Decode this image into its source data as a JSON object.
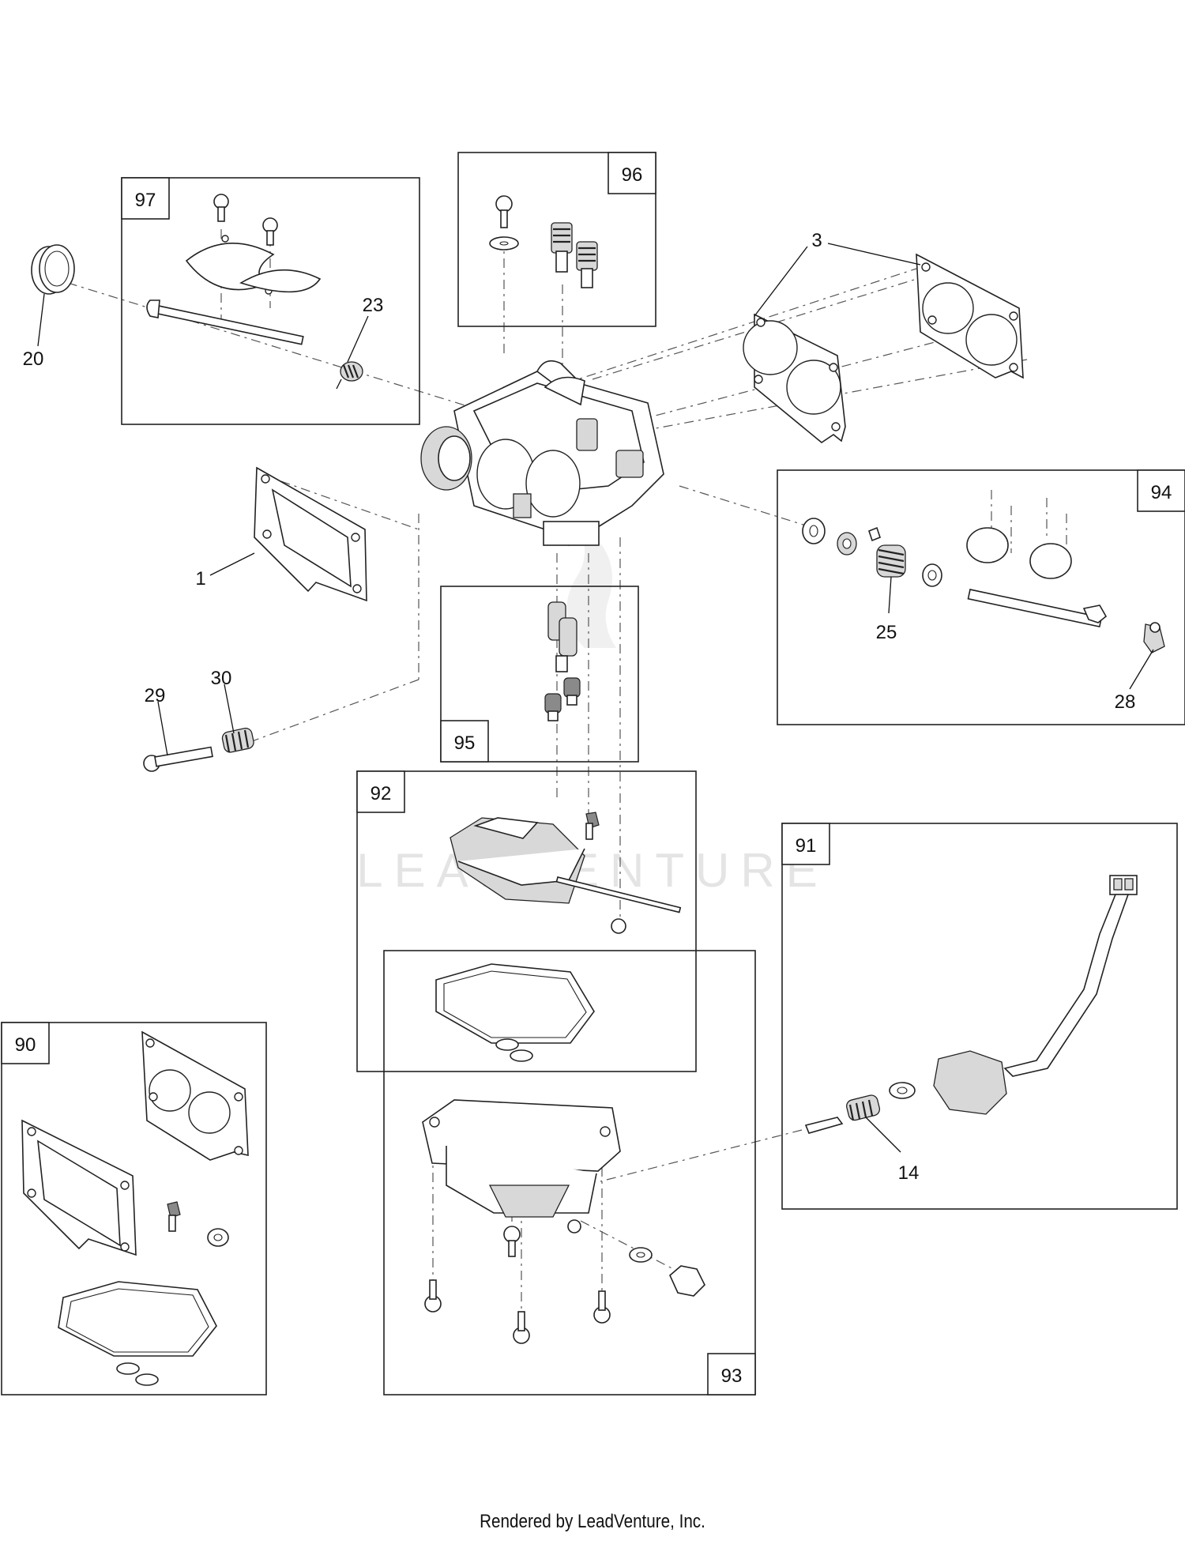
{
  "watermark": "LEADVENTURE",
  "footer_text": "Rendered by LeadVenture, Inc.",
  "kit_tags": {
    "k90": "90",
    "k91": "91",
    "k92": "92",
    "k93": "93",
    "k94": "94",
    "k95": "95",
    "k96": "96",
    "k97": "97"
  },
  "callouts": {
    "p1": "1",
    "p3": "3",
    "p14": "14",
    "p20": "20",
    "p23": "23",
    "p25": "25",
    "p28": "28",
    "p29": "29",
    "p30": "30"
  }
}
